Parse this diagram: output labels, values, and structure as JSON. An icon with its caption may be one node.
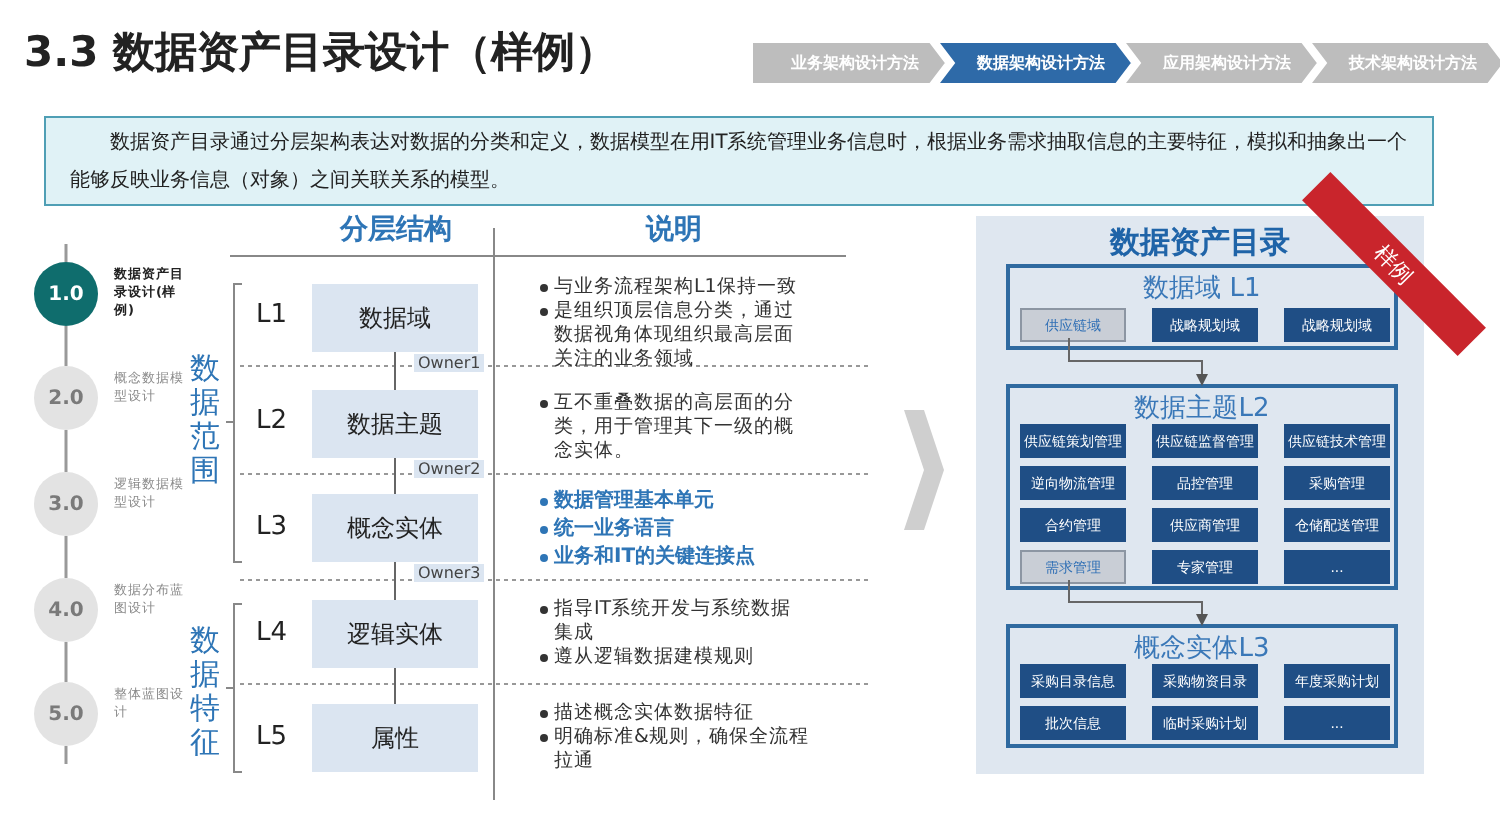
{
  "diagram": {
    "title": "3.3 数据资产目录设计（样例）",
    "nodes": [
      {
        "text": [
          "业务架构设计方法"
        ]
      },
      {
        "text": [
          "数据架构设计方法"
        ]
      },
      {
        "text": [
          "应用架构设计方法"
        ]
      },
      {
        "text": [
          "技术架构设计方法"
        ]
      },
      {
        "text": [
          "数据资产目录通过分层架构表达对数据的分类和定义，数据模型在用IT系统管理业务信息时，根据业务需求抽取信息的主要特征，模拟和抽象出一个能够反映业务信息（对象）之间关联关系的模型。"
        ]
      },
      {
        "text": [
          "1.0"
        ],
        "beside": [
          "数据资产目录设计(样例)"
        ]
      },
      {
        "text": [
          "2.0"
        ],
        "beside": [
          "概念数据模型设计"
        ]
      },
      {
        "text": [
          "3.0"
        ],
        "beside": [
          "逻辑数据模型设计"
        ]
      },
      {
        "text": [
          "4.0"
        ],
        "beside": [
          "数据分布蓝图设计"
        ]
      },
      {
        "text": [
          "5.0"
        ],
        "beside": [
          "整体蓝图设计"
        ]
      },
      {
        "text": [
          "数据域"
        ],
        "beside": [
          "Owner1"
        ]
      },
      {
        "text": [
          "数据主题"
        ],
        "beside": [
          "Owner2"
        ]
      },
      {
        "text": [
          "概念实体"
        ],
        "beside": [
          "Owner3"
        ]
      },
      {
        "text": [
          "逻辑实体"
        ]
      },
      {
        "text": [
          "属性"
        ]
      },
      {
        "text": [
          "数据资产目录"
        ]
      },
      {
        "text": [
          "数据域 L1"
        ],
        "in": 15
      },
      {
        "text": [
          "供应链域"
        ],
        "in": 16
      },
      {
        "text": [
          "战略规划域"
        ],
        "in": 16
      },
      {
        "text": [
          "战略规划域"
        ],
        "in": 16
      },
      {
        "text": [
          "数据主题L2"
        ],
        "in": 15
      },
      {
        "text": [
          "供应链策划管理"
        ],
        "in": 20
      },
      {
        "text": [
          "供应链监督管理"
        ],
        "in": 20
      },
      {
        "text": [
          "供应链技术管理"
        ],
        "in": 20
      },
      {
        "text": [
          "逆向物流管理"
        ],
        "in": 20
      },
      {
        "text": [
          "品控管理"
        ],
        "in": 20
      },
      {
        "text": [
          "采购管理"
        ],
        "in": 20
      },
      {
        "text": [
          "合约管理"
        ],
        "in": 20
      },
      {
        "text": [
          "供应商管理"
        ],
        "in": 20
      },
      {
        "text": [
          "仓储配送管理"
        ],
        "in": 20
      },
      {
        "text": [
          "需求管理"
        ],
        "in": 20
      },
      {
        "text": [
          "专家管理"
        ],
        "in": 20
      },
      {
        "text": [
          "..."
        ],
        "in": 20
      },
      {
        "text": [
          "概念实体L3"
        ],
        "in": 15
      },
      {
        "text": [
          "采购目录信息"
        ],
        "in": 33
      },
      {
        "text": [
          "采购物资目录"
        ],
        "in": 33
      },
      {
        "text": [
          "年度采购计划"
        ],
        "in": 33
      },
      {
        "text": [
          "批次信息"
        ],
        "in": 33
      },
      {
        "text": [
          "临时采购计划"
        ],
        "in": 33
      },
      {
        "text": [
          "..."
        ],
        "in": 33
      }
    ],
    "edges": [
      {
        "from": 5,
        "to": 6,
        "arrow": "none"
      },
      {
        "from": 6,
        "to": 7,
        "arrow": "none"
      },
      {
        "from": 7,
        "to": 8,
        "arrow": "none"
      },
      {
        "from": 8,
        "to": 9,
        "arrow": "none"
      },
      {
        "from": 10,
        "to": 11,
        "arrow": "none"
      },
      {
        "from": 11,
        "to": 12,
        "arrow": "none"
      },
      {
        "from": 12,
        "to": 13,
        "arrow": "none"
      },
      {
        "from": 13,
        "to": 14,
        "arrow": "none"
      },
      {
        "from": 17,
        "to": 20,
        "arrow": "to"
      },
      {
        "from": 30,
        "to": 33,
        "arrow": "to"
      }
    ],
    "labels": [
      "分层结构",
      "说明",
      "L1",
      "L2",
      "L3",
      "L4",
      "L5",
      "数据范围",
      "数据特征",
      "与业务流程架构L1保持一致",
      "是组织顶层信息分类，通过数据视角体现组织最高层面关注的业务领域",
      "互不重叠数据的高层面的分类，用于管理其下一级的概念实体。",
      "数据管理基本单元",
      "统一业务语言",
      "业务和IT的关键连接点",
      "指导IT系统开发与系统数据集成",
      "遵从逻辑数据建模规则",
      "描述概念实体数据特征",
      "明确标准&规则，确保全流程拉通",
      "样例"
    ]
  }
}
